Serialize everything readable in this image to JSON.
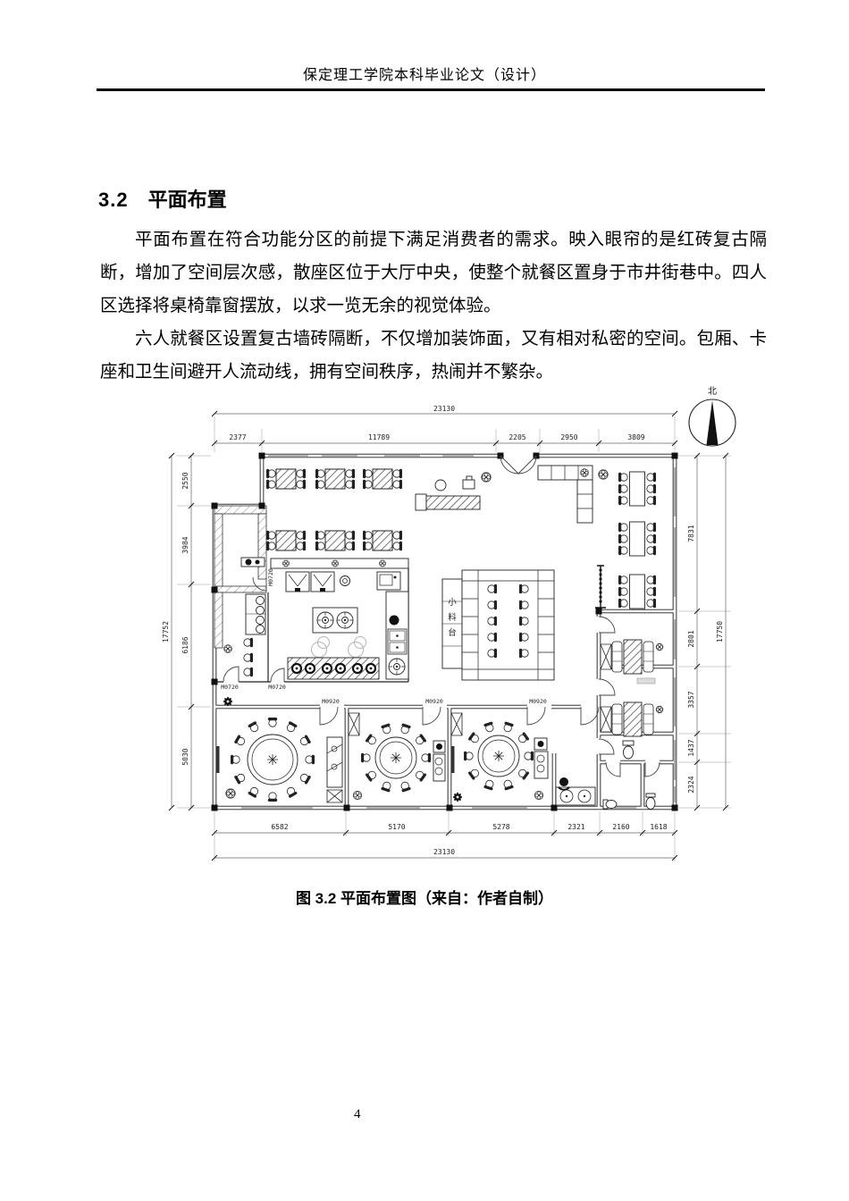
{
  "page": {
    "header_title": "保定理工学院本科毕业论文（设计）",
    "page_number": "4"
  },
  "section": {
    "number": "3.2",
    "title": "平面布置"
  },
  "paragraphs": {
    "p1": "平面布置在符合功能分区的前提下满足消费者的需求。映入眼帘的是红砖复古隔断，增加了空间层次感，散座区位于大厅中央，使整个就餐区置身于市井街巷中。四人区选择将桌椅靠窗摆放，以求一览无余的视觉体验。",
    "p2": "六人就餐区设置复古墙砖隔断，不仅增加装饰面，又有相对私密的空间。包厢、卡座和卫生间避开人流动线，拥有空间秩序，热闹并不繁杂。"
  },
  "figure": {
    "caption": "图 3.2 平面布置图（来自：作者自制）",
    "north_label": "北",
    "labels": {
      "m0720": "M0720",
      "m0920": "M0920",
      "station": [
        "小",
        "料",
        "台"
      ]
    },
    "dims": {
      "top_total": "23130",
      "top": [
        "2377",
        "11789",
        "2205",
        "2950",
        "3809"
      ],
      "bottom": [
        "6582",
        "5170",
        "5278",
        "2321",
        "2160",
        "1618"
      ],
      "bottom_total": "23130",
      "left_total": "17752",
      "left": [
        "2550",
        "3984",
        "6186",
        "5030"
      ],
      "right": [
        "7831",
        "2801",
        "3357",
        "1437",
        "2324"
      ],
      "right_total": "17750"
    }
  }
}
